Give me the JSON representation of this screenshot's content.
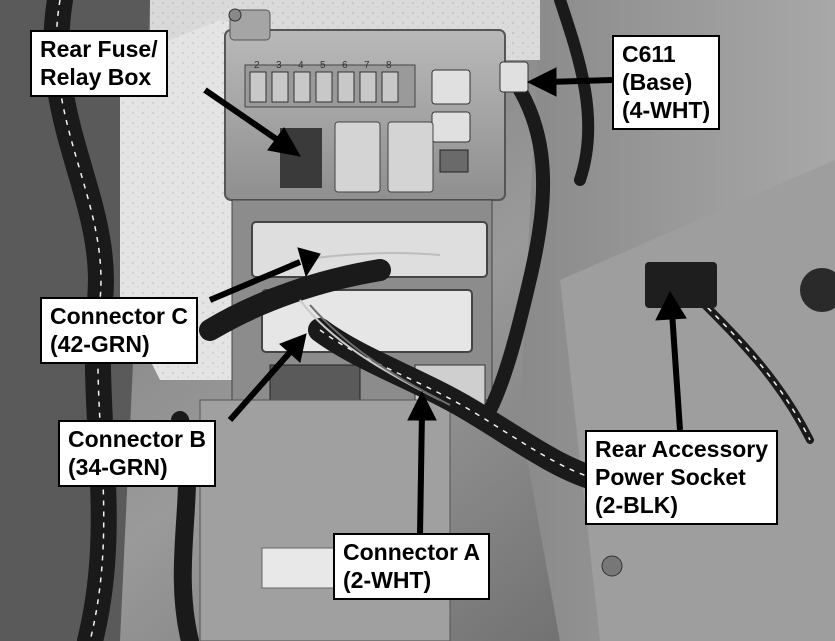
{
  "callouts": {
    "rear_fuse_box": {
      "lines": [
        "Rear Fuse/",
        "Relay Box"
      ]
    },
    "c611": {
      "lines": [
        "C611",
        "(Base)",
        "(4-WHT)"
      ]
    },
    "connector_c": {
      "lines": [
        "Connector C",
        "(42-GRN)"
      ]
    },
    "connector_b": {
      "lines": [
        "Connector B",
        "(34-GRN)"
      ]
    },
    "connector_a": {
      "lines": [
        "Connector A",
        "(2-WHT)"
      ]
    },
    "rear_accessory_socket": {
      "lines": [
        "Rear Accessory",
        "Power Socket",
        "(2-BLK)"
      ]
    }
  },
  "fuse_numbers": [
    "2",
    "3",
    "4",
    "5",
    "6",
    "7",
    "8"
  ],
  "colors": {
    "label_background": "#ffffff",
    "label_border": "#000000",
    "arrow": "#000000"
  }
}
